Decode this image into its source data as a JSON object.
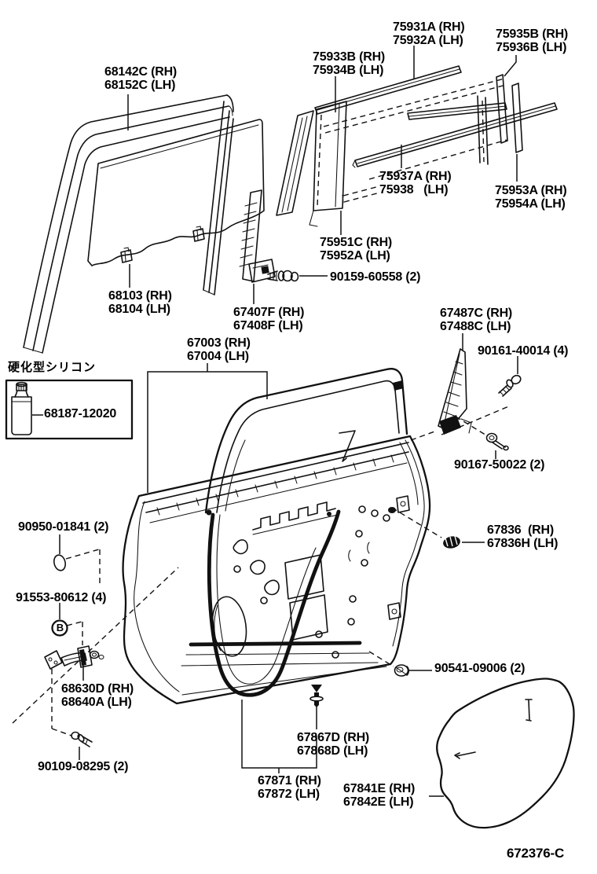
{
  "diagram": {
    "code": "672376-C",
    "note_box": {
      "header": "硬化型シリコン",
      "part": "68187-12020"
    },
    "callout_b": "B",
    "labels": {
      "p68142": {
        "l1": "68142C (RH)",
        "l2": "68152C (LH)"
      },
      "p75931": {
        "l1": "75931A (RH)",
        "l2": "75932A (LH)"
      },
      "p75935": {
        "l1": "75935B (RH)",
        "l2": "75936B (LH)"
      },
      "p75933": {
        "l1": "75933B (RH)",
        "l2": "75934B (LH)"
      },
      "p75937": {
        "l1": "75937A (RH)",
        "l2": "75938   (LH)"
      },
      "p75953": {
        "l1": "75953A (RH)",
        "l2": "75954A (LH)"
      },
      "p75951": {
        "l1": "75951C (RH)",
        "l2": "75952A (LH)"
      },
      "p90159": {
        "l1": "90159-60558 (2)"
      },
      "p68103": {
        "l1": "68103 (RH)",
        "l2": "68104 (LH)"
      },
      "p67407": {
        "l1": "67407F (RH)",
        "l2": "67408F (LH)"
      },
      "p67003": {
        "l1": "67003 (RH)",
        "l2": "67004 (LH)"
      },
      "p67487": {
        "l1": "67487C (RH)",
        "l2": "67488C (LH)"
      },
      "p90161": {
        "l1": "90161-40014 (4)"
      },
      "p90167": {
        "l1": "90167-50022 (2)"
      },
      "p90950": {
        "l1": "90950-01841 (2)"
      },
      "p91553": {
        "l1": "91553-80612 (4)"
      },
      "p68630": {
        "l1": "68630D (RH)",
        "l2": "68640A (LH)"
      },
      "p90109": {
        "l1": "90109-08295 (2)"
      },
      "p67836": {
        "l1": "67836  (RH)",
        "l2": "67836H (LH)"
      },
      "p90541": {
        "l1": "90541-09006 (2)"
      },
      "p67867": {
        "l1": "67867D (RH)",
        "l2": "67868D (LH)"
      },
      "p67871": {
        "l1": "67871 (RH)",
        "l2": "67872 (LH)"
      },
      "p67841": {
        "l1": "67841E (RH)",
        "l2": "67842E (LH)"
      }
    }
  }
}
